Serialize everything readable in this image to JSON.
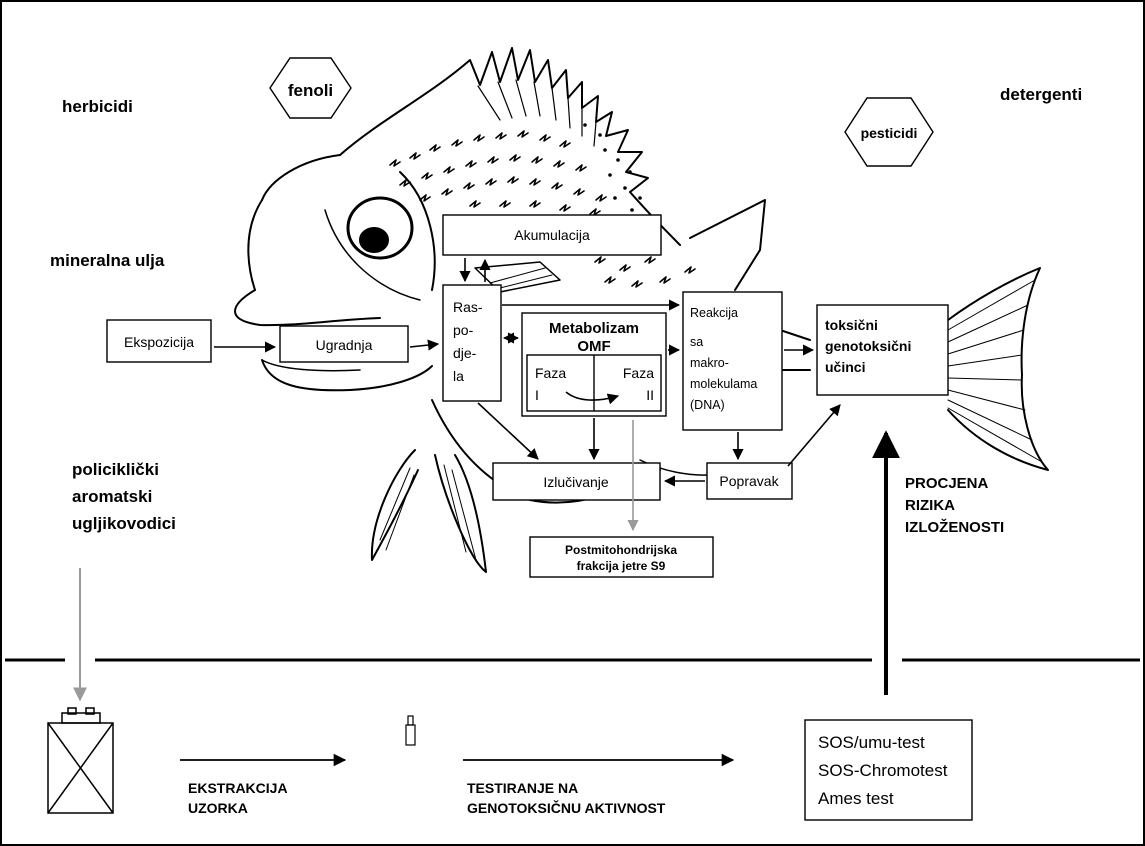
{
  "pollutants": {
    "herbicidi": "herbicidi",
    "fenoli": "fenoli",
    "detergenti": "detergenti",
    "pesticidi": "pesticidi",
    "mineralna_ulja": "mineralna ulja",
    "pah": [
      "policiklički",
      "aromatski",
      "ugljikovodici"
    ]
  },
  "process": {
    "ekspozicija": "Ekspozicija",
    "ugradnja": "Ugradnja",
    "akumulacija": "Akumulacija",
    "raspodjela": [
      "Ras-",
      "po-",
      "dje-",
      "la"
    ],
    "metabolizam": "Metabolizam",
    "omf": "OMF",
    "faza_i": [
      "Faza",
      "I"
    ],
    "faza_ii": [
      "Faza",
      "II"
    ],
    "reakcija": [
      "Reakcija",
      "sa",
      "makro-",
      "molekulama",
      "(DNA)"
    ],
    "ucinci": [
      "toksični",
      "genotoksični",
      "učinci"
    ],
    "izlucivanje": "Izlučivanje",
    "popravak": "Popravak",
    "s9": [
      "Postmitohondrijska",
      "frakcija jetre S9"
    ]
  },
  "assessment": [
    "PROCJENA",
    "RIZIKA",
    "IZLOŽENOSTI"
  ],
  "lab": {
    "ekstrakcija": [
      "EKSTRAKCIJA",
      "UZORKA"
    ],
    "testiranje": [
      "TESTIRANJE NA",
      "GENOTOKSIČNU AKTIVNOST"
    ],
    "tests": [
      "SOS/umu-test",
      "SOS-Chromotest",
      "Ames test"
    ]
  }
}
